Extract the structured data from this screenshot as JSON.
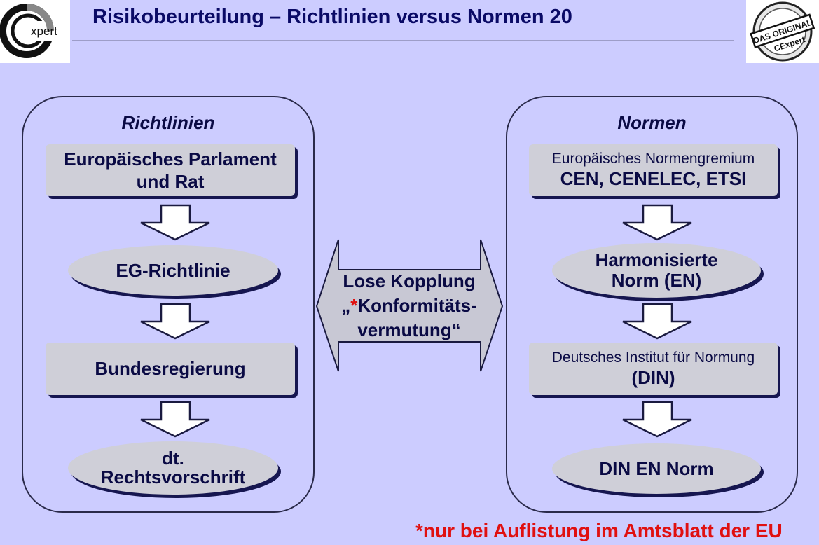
{
  "header": {
    "title": "Risikobeurteilung – Richtlinien versus Normen 20",
    "logo_left_text": "xpert",
    "logo_right_text": [
      "DAS ORIGINAL",
      "CExpert"
    ]
  },
  "left": {
    "title": "Richtlinien",
    "steps": [
      {
        "line1": "Europäisches Parlament",
        "line2": "und Rat"
      },
      {
        "line1": "EG-Richtlinie"
      },
      {
        "line1": "Bundesregierung"
      },
      {
        "line1": "dt.",
        "line2": "Rechtsvorschrift"
      }
    ]
  },
  "right": {
    "title": "Normen",
    "steps": [
      {
        "line1": "Europäisches Normengremium",
        "line2": "CEN, CENELEC, ETSI"
      },
      {
        "line1": "Harmonisierte",
        "line2": "Norm (EN)"
      },
      {
        "line1": "Deutsches Institut für Normung",
        "line2": "(DIN)"
      },
      {
        "line1": "DIN EN Norm"
      }
    ]
  },
  "coupling": {
    "line1": "Lose Kopplung",
    "line2_open": "„",
    "line2_star": "*",
    "line2_rest": "Konformitäts-",
    "line3": "vermutung“"
  },
  "footnote": "*nur bei Auflistung im Amtsblatt der EU",
  "colors": {
    "background": "#ccccff",
    "box_fill": "#cfcfd8",
    "box_shadow": "#161650",
    "text": "#0a0a44",
    "accent_red": "#e01010"
  }
}
